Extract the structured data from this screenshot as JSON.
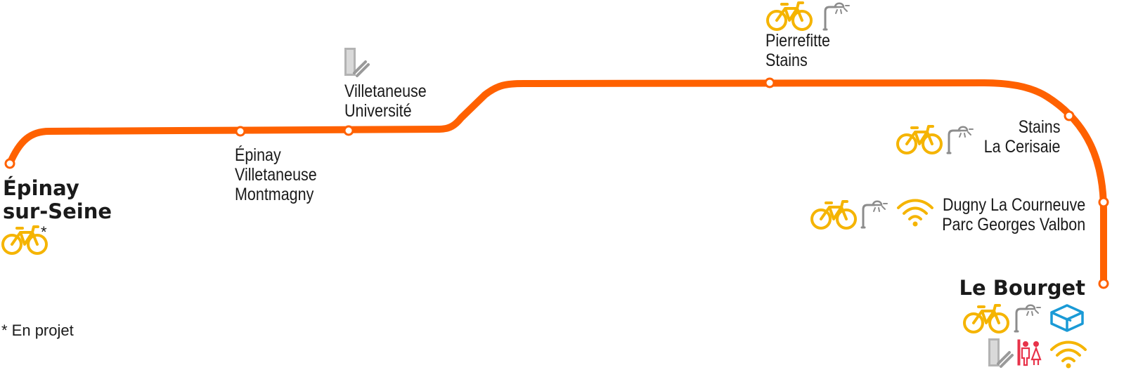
{
  "line_color": "#ff6100",
  "accent_colors": {
    "bike": "#f5b400",
    "wifi": "#f5b400",
    "lamp": "#8c8c8c",
    "ticket": "#9a9a9a",
    "toilet": "#e8334a",
    "locker": "#1a9ad6"
  },
  "stations": [
    {
      "id": "epinay-sur-seine",
      "lines": [
        "Épinay",
        "sur-Seine"
      ],
      "terminus": true,
      "icons": [
        "bike-icon"
      ],
      "footnote_marker": "*"
    },
    {
      "id": "epinay-villetaneuse-montmagny",
      "lines": [
        "Épinay",
        "Villetaneuse",
        "Montmagny"
      ],
      "icons": []
    },
    {
      "id": "villetaneuse-universite",
      "lines": [
        "Villetaneuse",
        "Université"
      ],
      "icons": [
        "ticket-machine-icon"
      ]
    },
    {
      "id": "pierrefitte-stains",
      "lines": [
        "Pierrefitte",
        "Stains"
      ],
      "icons": [
        "bike-icon",
        "street-lamp-icon"
      ]
    },
    {
      "id": "stains-la-cerisaie",
      "lines": [
        "Stains",
        "La Cerisaie"
      ],
      "icons": [
        "bike-icon",
        "street-lamp-icon"
      ]
    },
    {
      "id": "dugny-la-courneuve",
      "lines": [
        "Dugny La Courneuve",
        "Parc Georges Valbon"
      ],
      "icons": [
        "bike-icon",
        "street-lamp-icon",
        "wifi-icon"
      ]
    },
    {
      "id": "le-bourget",
      "lines": [
        "Le Bourget"
      ],
      "terminus": true,
      "icons": [
        "bike-icon",
        "street-lamp-icon",
        "parcel-locker-icon",
        "ticket-machine-icon",
        "toilets-icon",
        "wifi-icon"
      ]
    }
  ],
  "footnote": "* En projet"
}
